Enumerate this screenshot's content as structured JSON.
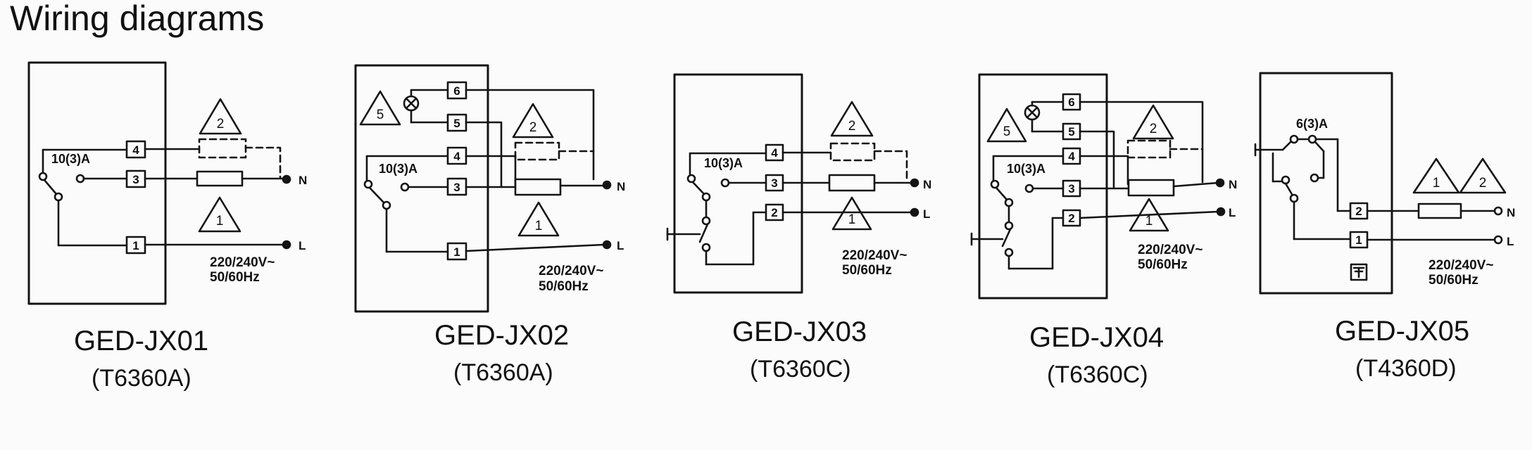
{
  "page": {
    "title": "Wiring diagrams"
  },
  "units": [
    {
      "id": "jx01",
      "model": "GED-JX01",
      "type": "(T6360A)",
      "rating": "10(3)A",
      "terminals": [
        "4",
        "3",
        "1"
      ],
      "line_labels": [
        "N",
        "L"
      ],
      "voltage": "220/240V~",
      "frequency": "50/60Hz",
      "triangles": [
        "2",
        "1"
      ]
    },
    {
      "id": "jx02",
      "model": "GED-JX02",
      "type": "(T6360A)",
      "rating": "10(3)A",
      "terminals": [
        "6",
        "5",
        "4",
        "3",
        "1"
      ],
      "line_labels": [
        "N",
        "L"
      ],
      "voltage": "220/240V~",
      "frequency": "50/60Hz",
      "triangles": [
        "5",
        "2",
        "1"
      ]
    },
    {
      "id": "jx03",
      "model": "GED-JX03",
      "type": "(T6360C)",
      "rating": "10(3)A",
      "terminals": [
        "4",
        "3",
        "2"
      ],
      "line_labels": [
        "N",
        "L"
      ],
      "voltage": "220/240V~",
      "frequency": "50/60Hz",
      "triangles": [
        "2",
        "1"
      ]
    },
    {
      "id": "jx04",
      "model": "GED-JX04",
      "type": "(T6360C)",
      "rating": "10(3)A",
      "terminals": [
        "6",
        "5",
        "4",
        "3",
        "2"
      ],
      "line_labels": [
        "N",
        "L"
      ],
      "voltage": "220/240V~",
      "frequency": "50/60Hz",
      "triangles": [
        "5",
        "2",
        "1"
      ]
    },
    {
      "id": "jx05",
      "model": "GED-JX05",
      "type": "(T4360D)",
      "rating": "6(3)A",
      "terminals": [
        "2",
        "1"
      ],
      "line_labels": [
        "N",
        "L"
      ],
      "voltage": "220/240V~",
      "frequency": "50/60Hz",
      "triangles": [
        "1",
        "2"
      ]
    }
  ]
}
